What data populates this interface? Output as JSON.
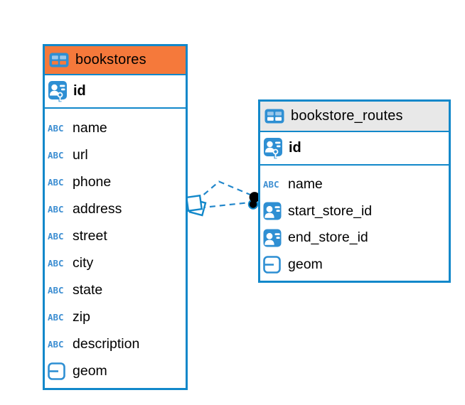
{
  "diagram": {
    "tables": [
      {
        "name": "bookstores",
        "primary_key": "id",
        "header_color": "#f5793b",
        "columns": [
          {
            "name": "name",
            "type": "text"
          },
          {
            "name": "url",
            "type": "text"
          },
          {
            "name": "phone",
            "type": "text"
          },
          {
            "name": "address",
            "type": "text"
          },
          {
            "name": "street",
            "type": "text"
          },
          {
            "name": "city",
            "type": "text"
          },
          {
            "name": "state",
            "type": "text"
          },
          {
            "name": "zip",
            "type": "text"
          },
          {
            "name": "description",
            "type": "text"
          },
          {
            "name": "geom",
            "type": "geometry"
          }
        ]
      },
      {
        "name": "bookstore_routes",
        "primary_key": "id",
        "header_color": "#e8e8e8",
        "columns": [
          {
            "name": "name",
            "type": "text"
          },
          {
            "name": "start_store_id",
            "type": "reference"
          },
          {
            "name": "end_store_id",
            "type": "reference"
          },
          {
            "name": "geom",
            "type": "geometry"
          }
        ]
      }
    ],
    "relations": [
      {
        "tables": [
          "bookstores",
          "bookstore_routes"
        ],
        "style": "dashed",
        "line_count": 2
      }
    ],
    "icons": {
      "text_type_glyph": "ABC"
    },
    "colors": {
      "accent_blue": "#1288ca",
      "icon_blue": "#2e8fd3",
      "header_orange": "#f5793b",
      "header_gray": "#e8e8e8",
      "endpoint_black": "#000000",
      "background": "#ffffff"
    }
  }
}
